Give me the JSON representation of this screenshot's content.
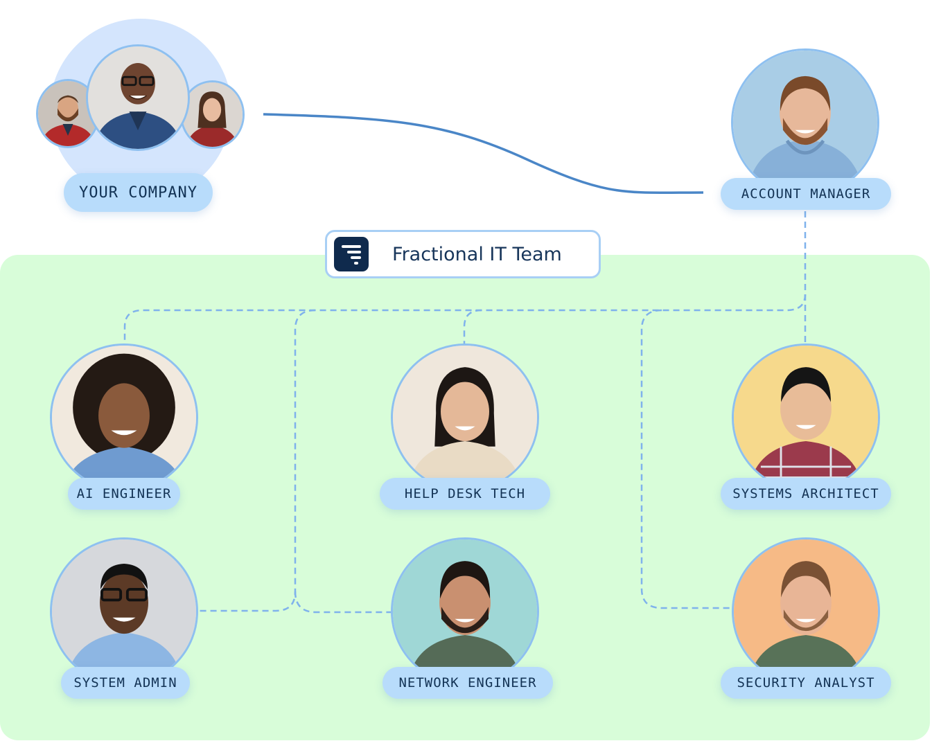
{
  "company": {
    "label": "YOUR COMPANY"
  },
  "account_manager": {
    "label": "ACCOUNT MANAGER"
  },
  "team": {
    "title": "Fractional IT Team",
    "logo_icon": "fractional-logo-icon",
    "members": [
      {
        "key": "ai-engineer",
        "label": "AI ENGINEER"
      },
      {
        "key": "help-desk-tech",
        "label": "HELP DESK TECH"
      },
      {
        "key": "systems-architect",
        "label": "SYSTEMS ARCHITECT"
      },
      {
        "key": "system-admin",
        "label": "SYSTEM ADMIN"
      },
      {
        "key": "network-engineer",
        "label": "NETWORK ENGINEER"
      },
      {
        "key": "security-analyst",
        "label": "SECURITY ANALYST"
      }
    ]
  },
  "colors": {
    "panel_bg": "#d8fdd9",
    "halo": "#d4e5fd",
    "pill_bg": "#b8dcfb",
    "pill_text": "#123254",
    "solid_line": "#4a86c7",
    "dashed_line": "#7fb2ec",
    "photo_border": "#8ec0f0"
  }
}
